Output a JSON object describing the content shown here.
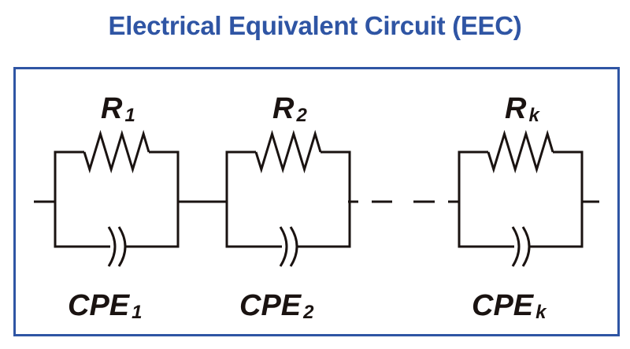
{
  "title": "Electrical Equivalent Circuit (EEC)",
  "colors": {
    "accent": "#2f55a4",
    "line": "#1a1311"
  },
  "elements": [
    {
      "resistor": {
        "main": "R",
        "sub": "1"
      },
      "cpe": {
        "main": "CPE",
        "sub": "1"
      }
    },
    {
      "resistor": {
        "main": "R",
        "sub": "2"
      },
      "cpe": {
        "main": "CPE",
        "sub": "2"
      }
    },
    {
      "resistor": {
        "main": "R",
        "sub": "k"
      },
      "cpe": {
        "main": "CPE",
        "sub": "k"
      }
    }
  ],
  "connection": "series of parallel R-CPE elements, continuation indicated by dashed line"
}
